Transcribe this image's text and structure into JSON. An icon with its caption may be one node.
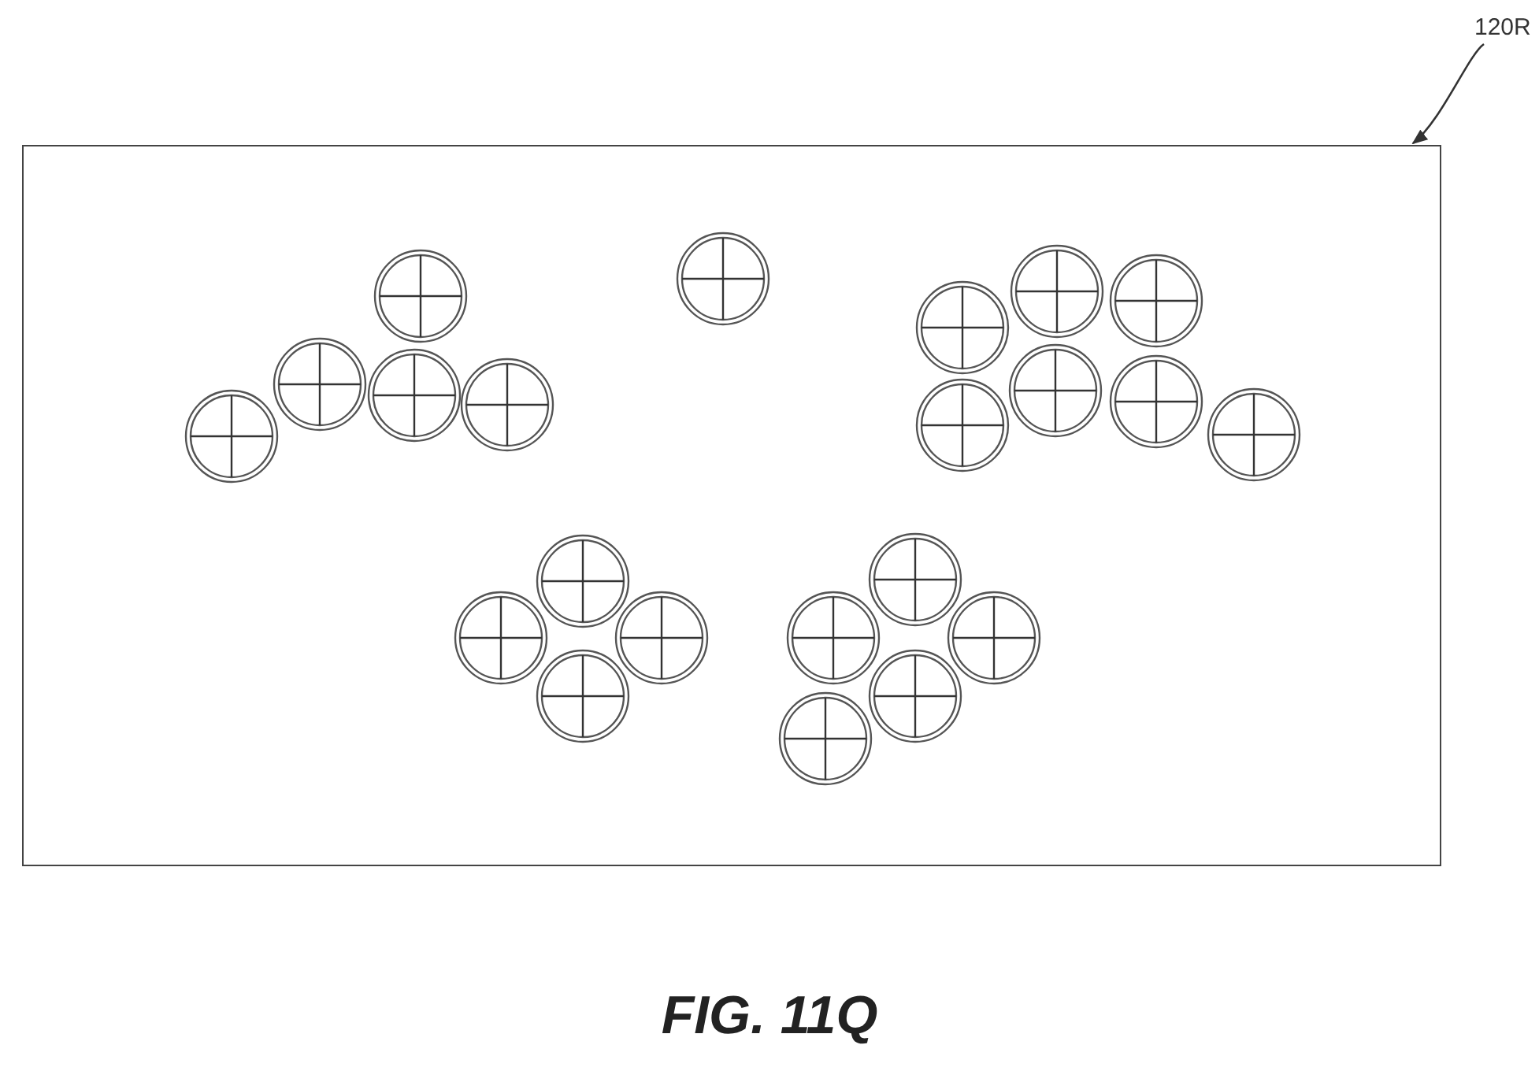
{
  "diagram": {
    "caption": "FIG. 11Q",
    "nodes": [
      {
        "text": [
          "120R"
        ]
      },
      {
        "text": [],
        "shape": "box"
      }
    ],
    "edges": [
      {
        "from": 0,
        "to": 1,
        "arrow": "to"
      }
    ]
  }
}
